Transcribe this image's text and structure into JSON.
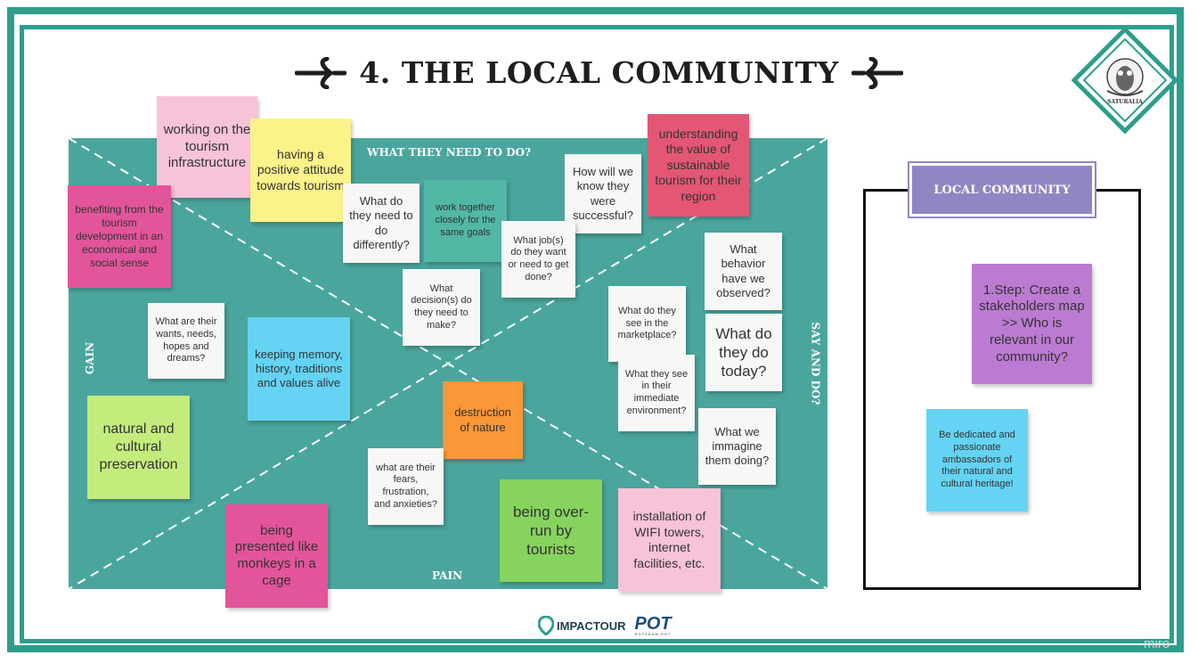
{
  "title": "4. THE LOCAL COMMUNITY",
  "badge_text": "SATURALIA",
  "board": {
    "top_label": "WHAT THEY NEED TO DO?",
    "bottom_label": "PAIN",
    "left_label": "GAIN",
    "right_label": "SAY AND DO?"
  },
  "notes": {
    "n01": "working on the tourism infrastructure",
    "n02": "having a positive attitude towards tourism",
    "n03": "benefiting from the tourism development in an economical and social sense",
    "n04": "What do they need to do differently?",
    "n05": "work together closely for the same goals",
    "n06": "How will we know they were successful?",
    "n07": "understanding the value of sustainable tourism for their region",
    "n08": "What job(s) do they want or need to get done?",
    "n09": "What decision(s) do they need to make?",
    "n10": "What behavior have we observed?",
    "n11": "What are their wants, needs, hopes and dreams?",
    "n12": "keeping memory, history, traditions and values alive",
    "n13": "What do they see in the marketplace?",
    "n14": "What do they do today?",
    "n15": "What they see in their immediate environment?",
    "n16": "natural and cultural preservation",
    "n17": "destruction of nature",
    "n18": "What we immagine them doing?",
    "n19": "what are their fears, frustration, and anxieties?",
    "n20": "being over-run by tourists",
    "n21": "installation of WIFI towers, internet facilities, etc.",
    "n22": "being presented like monkeys in a cage"
  },
  "local_community": {
    "header": "LOCAL COMMUNITY",
    "step_note": "1.Step: Create a stakeholders map >> Who is relevant in our community?",
    "dedicated_note": "Be dedicated and passionate ambassadors of their natural and cultural heritage!"
  },
  "logos": {
    "impactour": "IMPACTOUR",
    "pot": "POT",
    "pot_sub": "POTSDAM-POT"
  },
  "watermark": "miro"
}
